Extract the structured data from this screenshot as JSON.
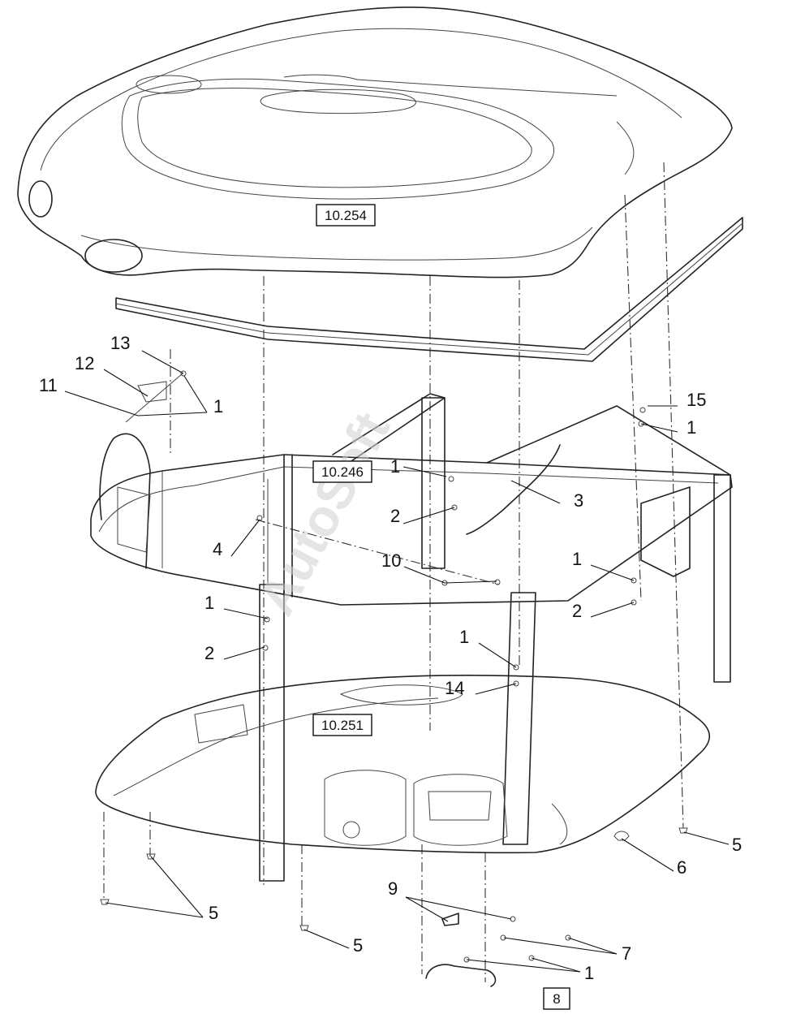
{
  "reference_boxes": {
    "roof": "10.254",
    "frame": "10.246",
    "floor": "10.251",
    "detail": "8"
  },
  "callouts": {
    "c13": "13",
    "c12": "12",
    "c11": "11",
    "c1a": "1",
    "c15": "15",
    "c1b": "1",
    "c1c": "1",
    "c2a": "2",
    "c3": "3",
    "c4": "4",
    "c10": "10",
    "c1d": "1",
    "c2b": "2",
    "c1e": "1",
    "c2c": "2",
    "c1f": "1",
    "c14": "14",
    "c5a": "5",
    "c6": "6",
    "c5b": "5",
    "c5c": "5",
    "c9": "9",
    "c7": "7",
    "c1g": "1"
  },
  "watermark": "AutoSoft"
}
